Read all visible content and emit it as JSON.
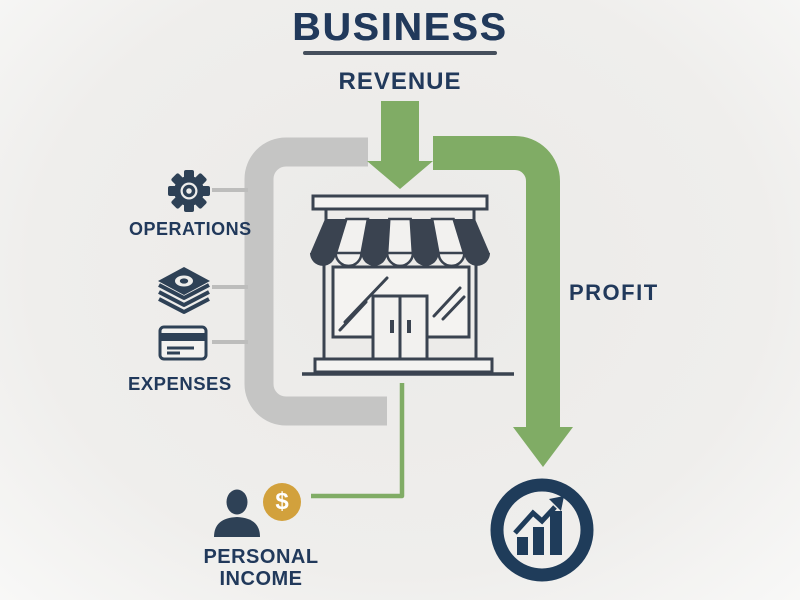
{
  "diagram": {
    "title": "BUSINESS",
    "nodes": {
      "revenue": "REVENUE",
      "operations": "OPERATIONS",
      "expenses": "EXPENSES",
      "profit": "PROFIT",
      "personal_income_line1": "PERSONAL",
      "personal_income_line2": "INCOME"
    },
    "coin_symbol": "$",
    "icons": [
      "gear-icon",
      "cash-stack-icon",
      "credit-card-icon",
      "storefront-icon",
      "person-icon",
      "dollar-coin-icon",
      "growth-chart-icon",
      "revenue-arrow",
      "profit-arrow",
      "operations-expenses-loop",
      "personal-income-connector"
    ],
    "colors": {
      "background": "#eeedeb",
      "navy_text": "#21395b",
      "icon_navy": "#2e4156",
      "outline_slate": "#3a4350",
      "arrow_green": "#80ac65",
      "loop_gray": "#c5c5c4",
      "coin_gold": "#d2a13c",
      "chart_navy": "#1f3c5a"
    }
  }
}
